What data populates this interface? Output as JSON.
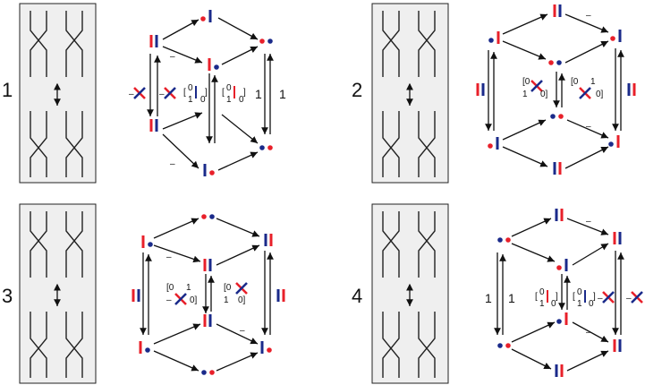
{
  "panels": [
    {
      "number": "1",
      "side_label_left": "",
      "side_label_right": "1",
      "side_label_right2": "1"
    },
    {
      "number": "2"
    },
    {
      "number": "3"
    },
    {
      "number": "4",
      "side_label_left": "1",
      "side_label_left2": "1"
    }
  ],
  "symbols": {
    "minus": "–",
    "matrix_one": "1",
    "matrix_zero": "0",
    "bracket_open": "[",
    "bracket_close": "]"
  },
  "colors": {
    "red": "#e8202a",
    "blue": "#1a2a8a",
    "black": "#111111",
    "box_fill": "#efefef"
  }
}
